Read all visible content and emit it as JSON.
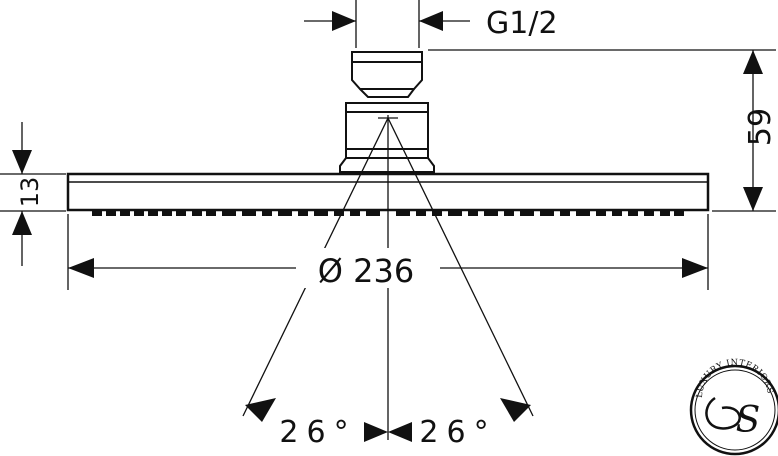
{
  "drawing": {
    "thread_label": "G1/2",
    "height_label": "59",
    "thickness_label": "13",
    "diameter_label": "Ø 236",
    "angle_left_label": "26°",
    "angle_right_label": "26°"
  },
  "logo": {
    "text": "LUXURY INTERIORS",
    "monogram": "S"
  }
}
